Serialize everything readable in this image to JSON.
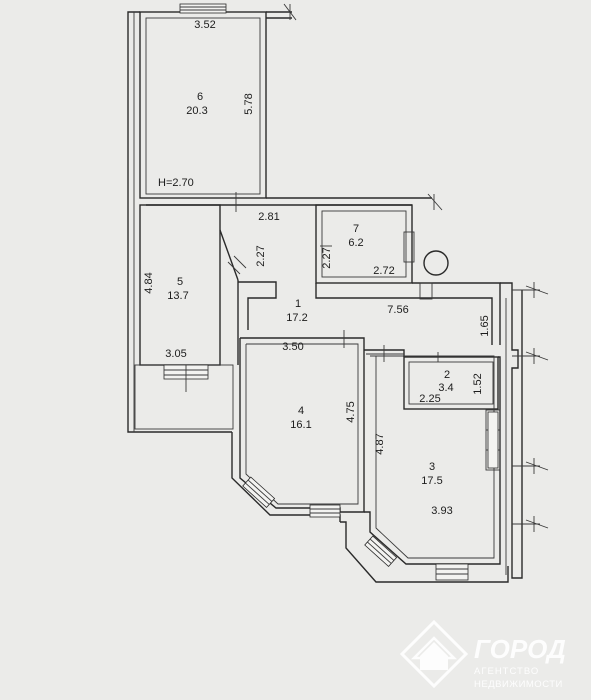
{
  "rooms": [
    {
      "number": "1",
      "area": "17.2"
    },
    {
      "number": "2",
      "area": "3.4"
    },
    {
      "number": "3",
      "area": "17.5"
    },
    {
      "number": "4",
      "area": "16.1"
    },
    {
      "number": "5",
      "area": "13.7"
    },
    {
      "number": "6",
      "area": "20.3"
    },
    {
      "number": "7",
      "area": "6.2"
    }
  ],
  "dimensions": {
    "d_352": "3.52",
    "d_578": "5.78",
    "ceiling": "H=2.70",
    "d_281": "2.81",
    "d_227a": "2.27",
    "d_227b": "2.27",
    "d_272": "2.72",
    "d_484": "4.84",
    "d_756": "7.56",
    "d_165": "1.65",
    "d_305": "3.05",
    "d_350": "3.50",
    "d_152": "1.52",
    "d_225": "2.25",
    "d_475": "4.75",
    "d_487": "4.87",
    "d_393": "3.93"
  },
  "watermark": {
    "brand": "ГОРОД",
    "line1": "АГЕНТСТВО",
    "line2": "НЕДВИЖИМОСТИ",
    "logo_icon": "house-diamond-icon"
  }
}
